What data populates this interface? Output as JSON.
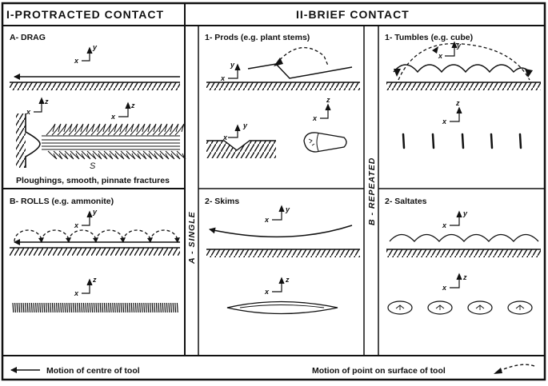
{
  "headers": {
    "protracted": "I-PROTRACTED CONTACT",
    "brief": "II-BRIEF CONTACT"
  },
  "protracted": {
    "drag": {
      "title": "A- DRAG",
      "caption": "Ploughings, smooth, pinnate fractures",
      "fracture_symbol": "S"
    },
    "rolls": {
      "title": "B- ROLLS (e.g. ammonite)"
    }
  },
  "brief": {
    "single_label": "A - SINGLE",
    "repeated_label": "B - REPEATED",
    "prods": {
      "title": "1- Prods (e.g. plant stems)"
    },
    "skims": {
      "title": "2- Skims"
    },
    "tumbles": {
      "title": "1- Tumbles (e.g. cube)"
    },
    "saltates": {
      "title": "2- Saltates"
    }
  },
  "axes": {
    "x": "x",
    "y": "y",
    "z": "z"
  },
  "legend": {
    "centre": "Motion of centre of tool",
    "point": "Motion of point on surface of tool"
  }
}
